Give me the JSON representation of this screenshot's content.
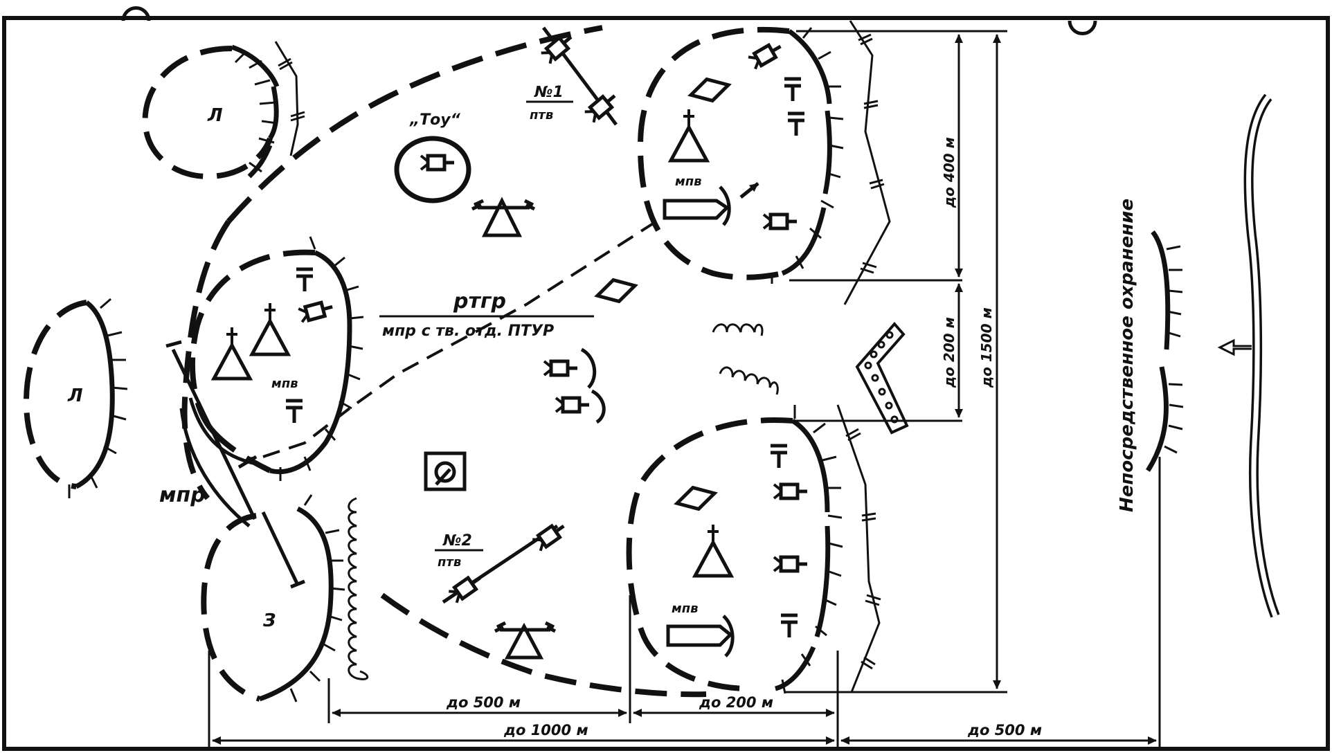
{
  "areas": {
    "l_top": "Л",
    "l_left": "Л",
    "z": "З"
  },
  "labels": {
    "toy": "„Тоу“",
    "pos1_num": "№1",
    "pos1_unit": "птв",
    "pos2_num": "№2",
    "pos2_unit": "птв",
    "rtgr": "ртгр",
    "rtgr_sub": "мпр с тв. отд. ПТУР",
    "mpv_top": "мпв",
    "mpv_left": "мпв",
    "mpv_bottom": "мпв",
    "mpr": "мпр",
    "security": "Непосредственное охранение"
  },
  "dimensions": {
    "d400": "до 400 м",
    "d200v": "до 200 м",
    "d1500": "до 1500 м",
    "d500a": "до 500 м",
    "d200h": "до 200 м",
    "d1000": "до 1000 м",
    "d500b": "до 500 м"
  }
}
